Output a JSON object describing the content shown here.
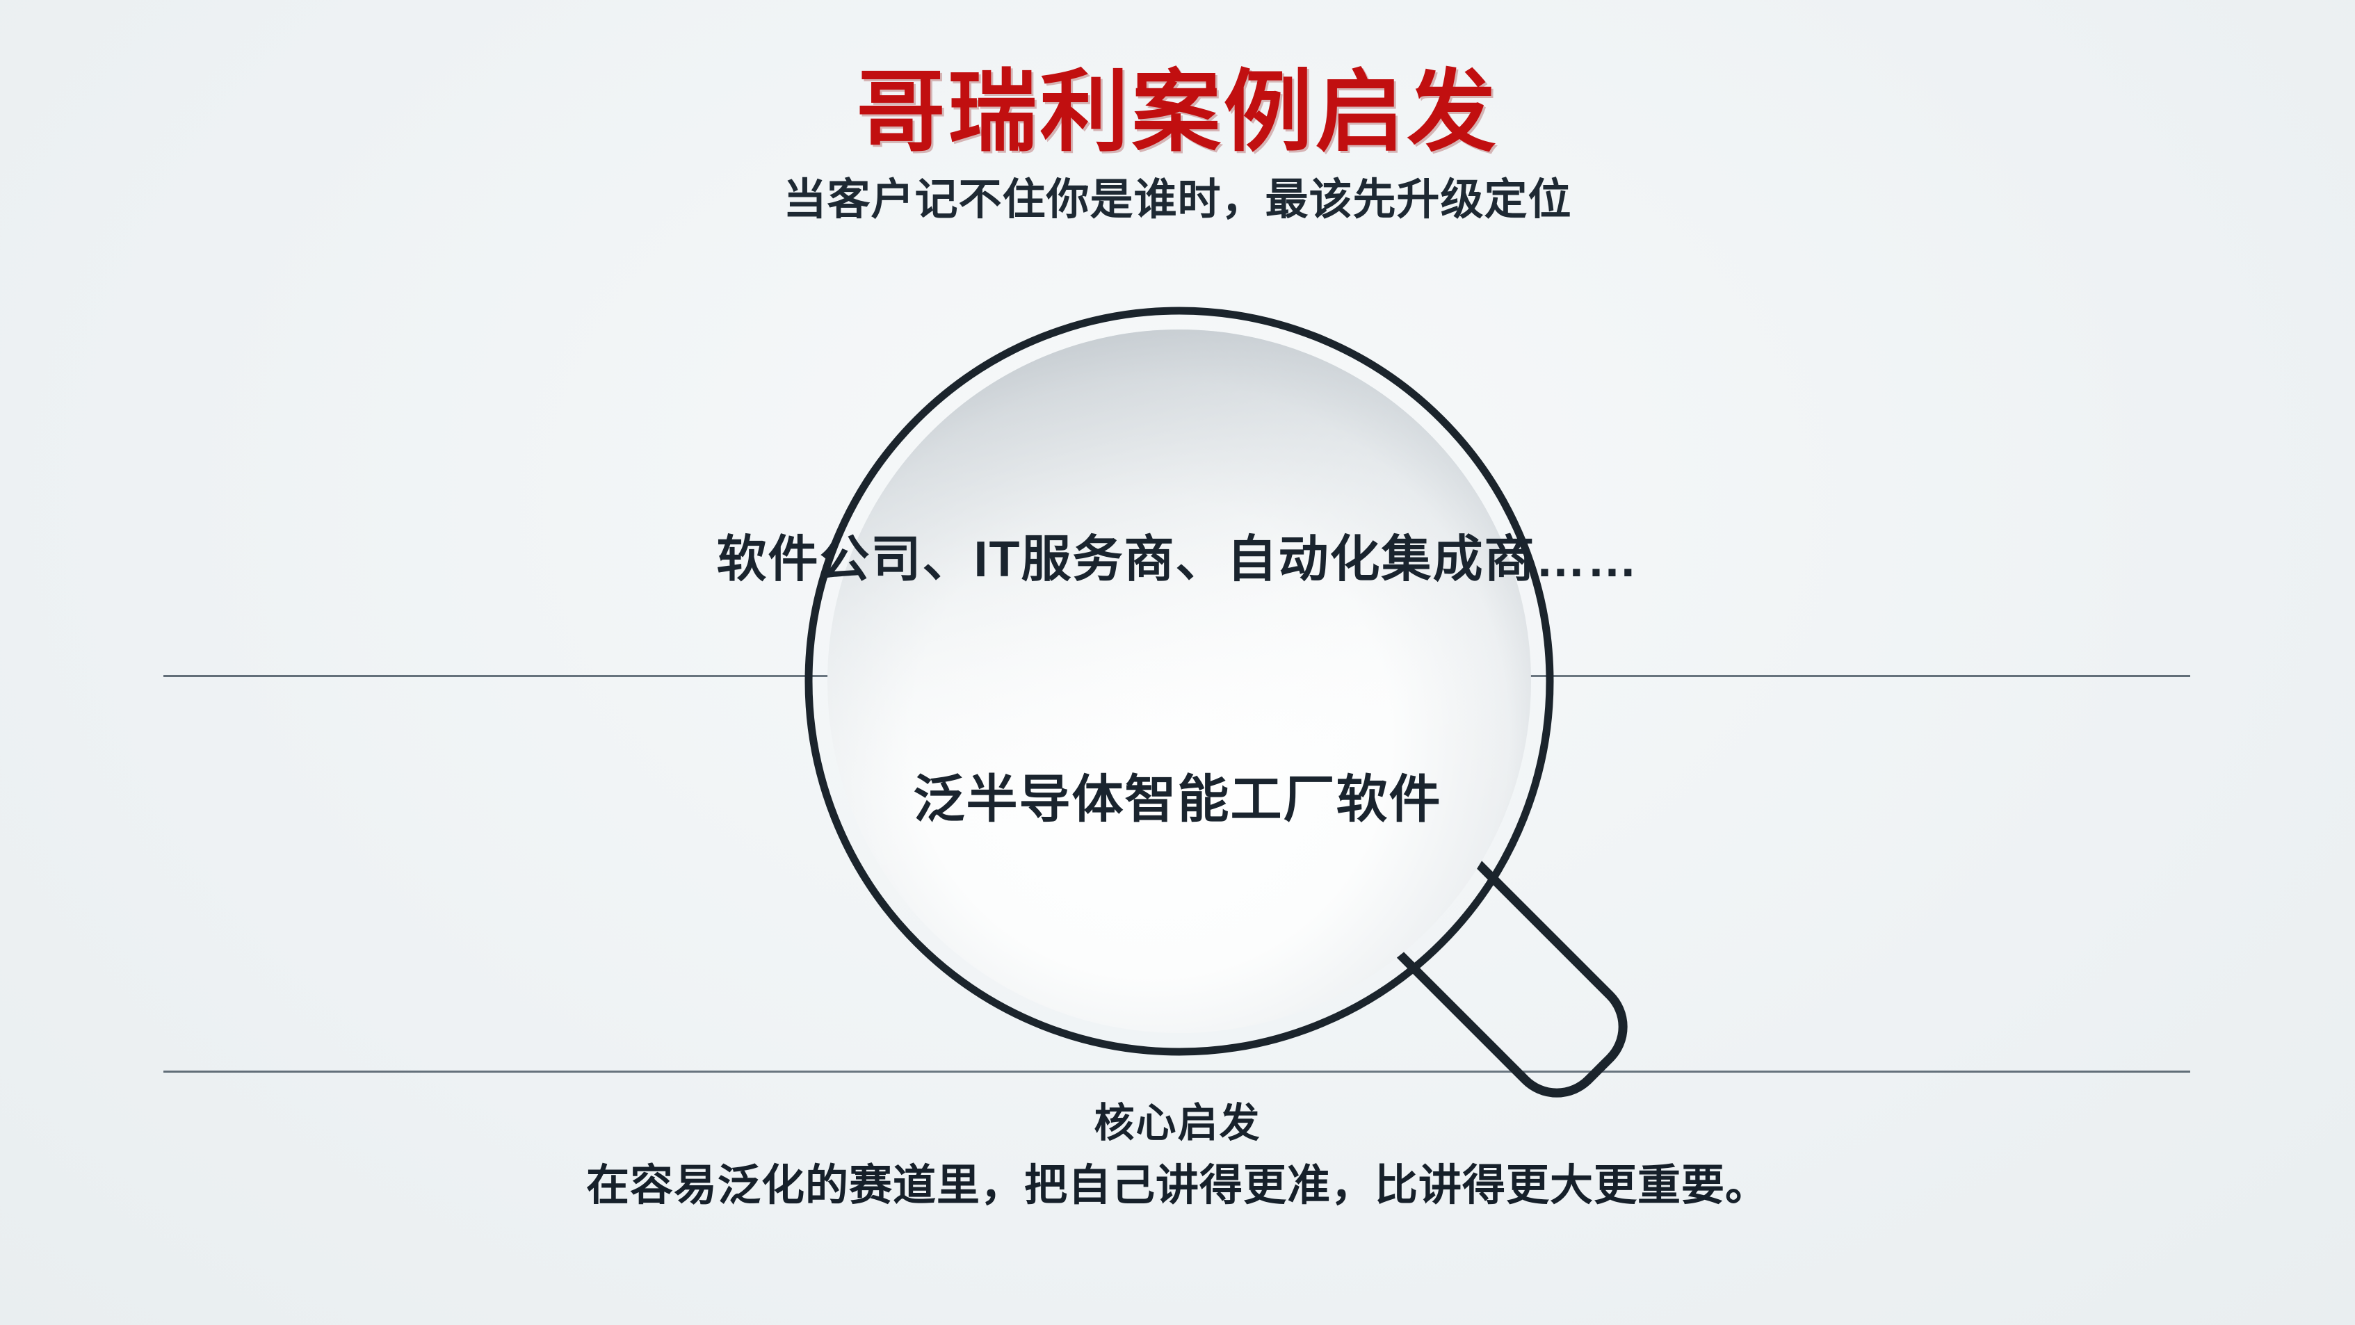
{
  "header": {
    "title": "哥瑞利案例启发",
    "subtitle": "当客户记不住你是谁时，最该先升级定位",
    "title_color": "#c10f10",
    "subtitle_color": "#1e2933"
  },
  "diagram": {
    "generic_label": "软件公司、IT服务商、自动化集成商……",
    "specific_label": "泛半导体智能工厂软件",
    "magnifier_icon": "magnifying-glass-icon",
    "line_color": "#5b6770",
    "lens_stroke": "#1b242c"
  },
  "footer": {
    "heading": "核心启发",
    "body": "在容易泛化的赛道里，把自己讲得更准，比讲得更大更重要。"
  },
  "canvas": {
    "background_color": "#f1f4f5"
  }
}
